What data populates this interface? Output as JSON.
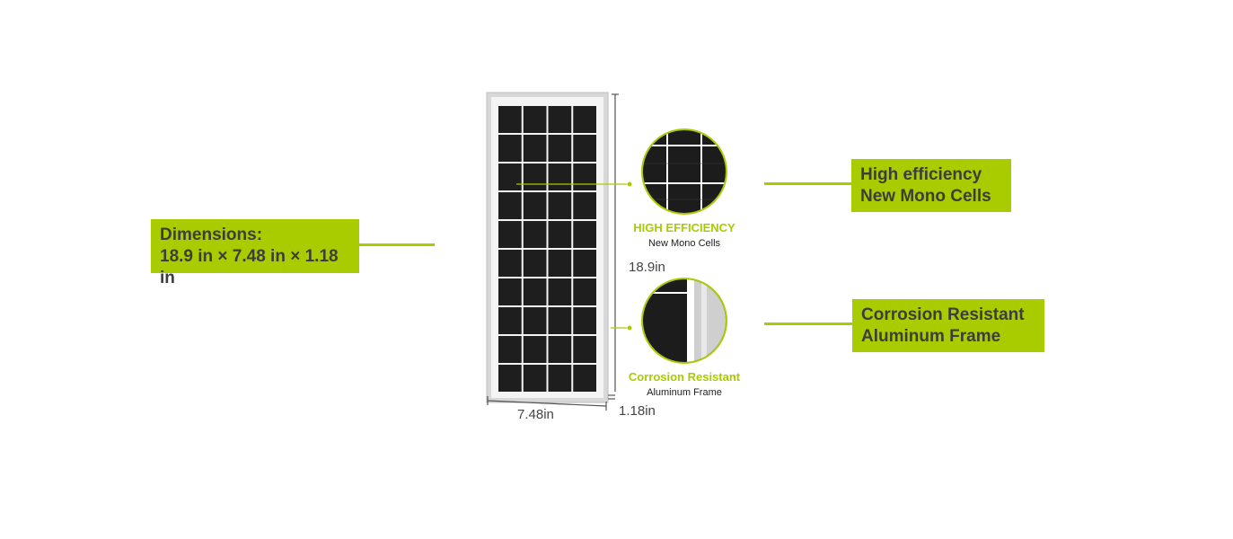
{
  "callouts": {
    "dimensions": {
      "line1": "Dimensions:",
      "line2": "18.9 in × 7.48 in × 1.18 in"
    },
    "efficiency": {
      "line1": "High efficiency",
      "line2": "New Mono Cells"
    },
    "corrosion": {
      "line1": "Corrosion Resistant",
      "line2": "Aluminum Frame"
    }
  },
  "details": {
    "efficiency": {
      "title": "HIGH EFFICIENCY",
      "subtitle": "New Mono Cells"
    },
    "corrosion": {
      "title": "Corrosion Resistant",
      "subtitle": "Aluminum Frame"
    }
  },
  "measurements": {
    "height": "18.9in",
    "width": "7.48in",
    "depth": "1.18in"
  },
  "colors": {
    "accent": "#a8cc00",
    "callout_text": "#3d3d3d",
    "cell": "#1e1e1e",
    "frame": "#cfcfcf"
  }
}
